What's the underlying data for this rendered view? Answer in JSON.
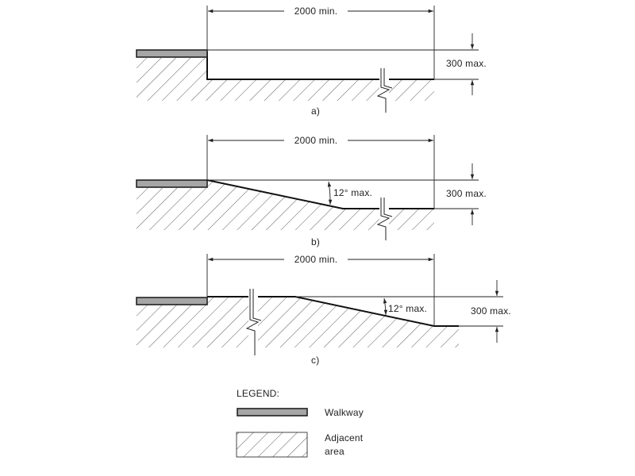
{
  "diagram_a": {
    "caption": "a)",
    "width_label": "2000 min.",
    "height_label": "300 max."
  },
  "diagram_b": {
    "caption": "b)",
    "width_label": "2000 min.",
    "height_label": "300 max.",
    "angle_label": "12° max."
  },
  "diagram_c": {
    "caption": "c)",
    "width_label": "2000 min.",
    "height_label": "300 max.",
    "angle_label": "12° max."
  },
  "legend": {
    "title": "LEGEND:",
    "walkway_label": "Walkway",
    "adjacent_label_line1": "Adjacent",
    "adjacent_label_line2": "area"
  },
  "colors": {
    "walkway_fill": "#a6a6a6",
    "line": "#222222"
  }
}
